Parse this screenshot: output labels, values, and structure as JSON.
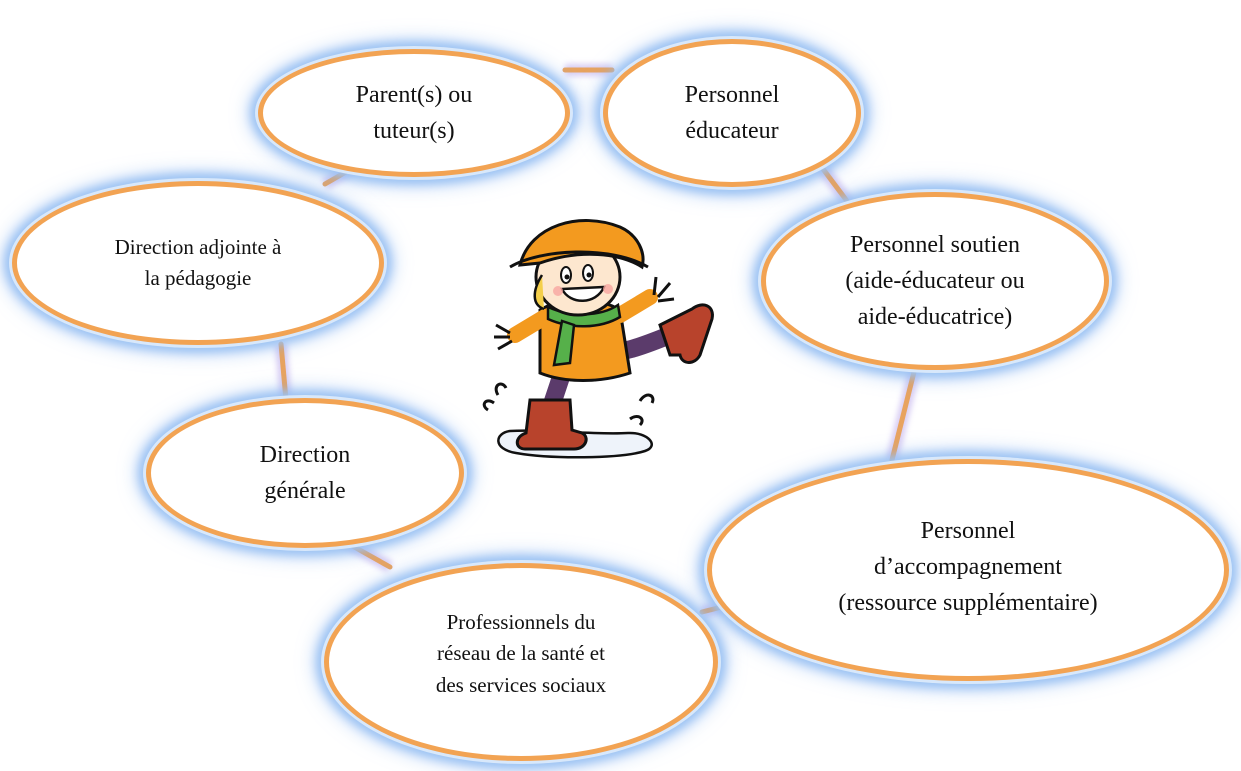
{
  "nodes": {
    "parents": "Parent(s) ou\ntuteur(s)",
    "personnel_educateur": "Personnel\néducateur",
    "direction_adjointe": "Direction adjointe à\nla pédagogie",
    "personnel_soutien": "Personnel soutien\n(aide-éducateur ou\naide-éducatrice)",
    "direction_generale": "Direction\ngénérale",
    "personnel_accompagnement": "Personnel\nd’accompagnement\n(ressource supplémentaire)",
    "professionnels": "Professionnels du\nréseau de la santé et\ndes services sociaux"
  },
  "colors": {
    "ellipse_border": "#f2a353",
    "ellipse_glow": "#9cc3f3",
    "connector": "#e8a35f",
    "raincoat": "#f39a1f",
    "scarf": "#56b04a",
    "boots": "#b8432c"
  },
  "center_image": "child-in-raincoat-splashing-puddle-illustration"
}
